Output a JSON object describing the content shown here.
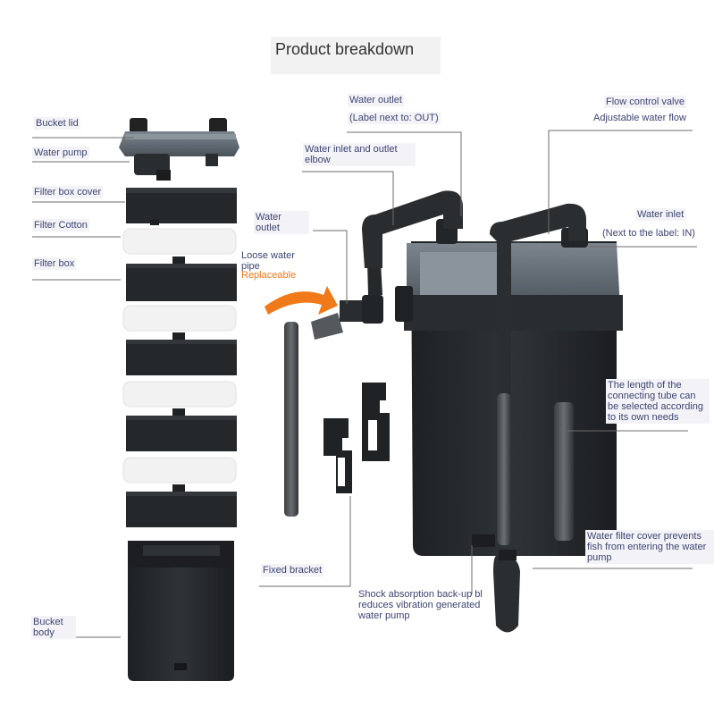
{
  "title": "Product breakdown",
  "labels": {
    "bucket_lid": "Bucket lid",
    "water_pump": "Water pump",
    "filter_box_cover": "Filter box cover",
    "filter_cotton": "Filter Cotton",
    "filter_box": "Filter box",
    "bucket_body": "Bucket body",
    "water_outlet_small": "Water outlet",
    "loose_water_pipe": "Loose water pipe",
    "replaceable": "Replaceable",
    "water_inlet_outlet_elbow": "Water inlet and outlet elbow",
    "water_outlet_top": "Water outlet",
    "water_outlet_note": "(Label next to: OUT)",
    "flow_control_valve": "Flow control valve",
    "adjustable_water_flow": "Adjustable water flow",
    "water_inlet": "Water inlet",
    "water_inlet_note": "(Next to the label: IN)",
    "connecting_tube_note": "The length of the connecting tube can be selected according to its own needs",
    "water_filter_cover_note": "Water filter cover prevents fish from entering the water pump",
    "fixed_bracket": "Fixed bracket",
    "shock_absorption_note": "Shock absorption back-up bl reduces vibration generated water pump"
  },
  "colors": {
    "body_dark": "#26292c",
    "lid_gray": "#5d6670",
    "cotton_white": "#f1f1f1",
    "arrow_orange": "#f07a1a",
    "leader_line": "#6c6c6c"
  }
}
